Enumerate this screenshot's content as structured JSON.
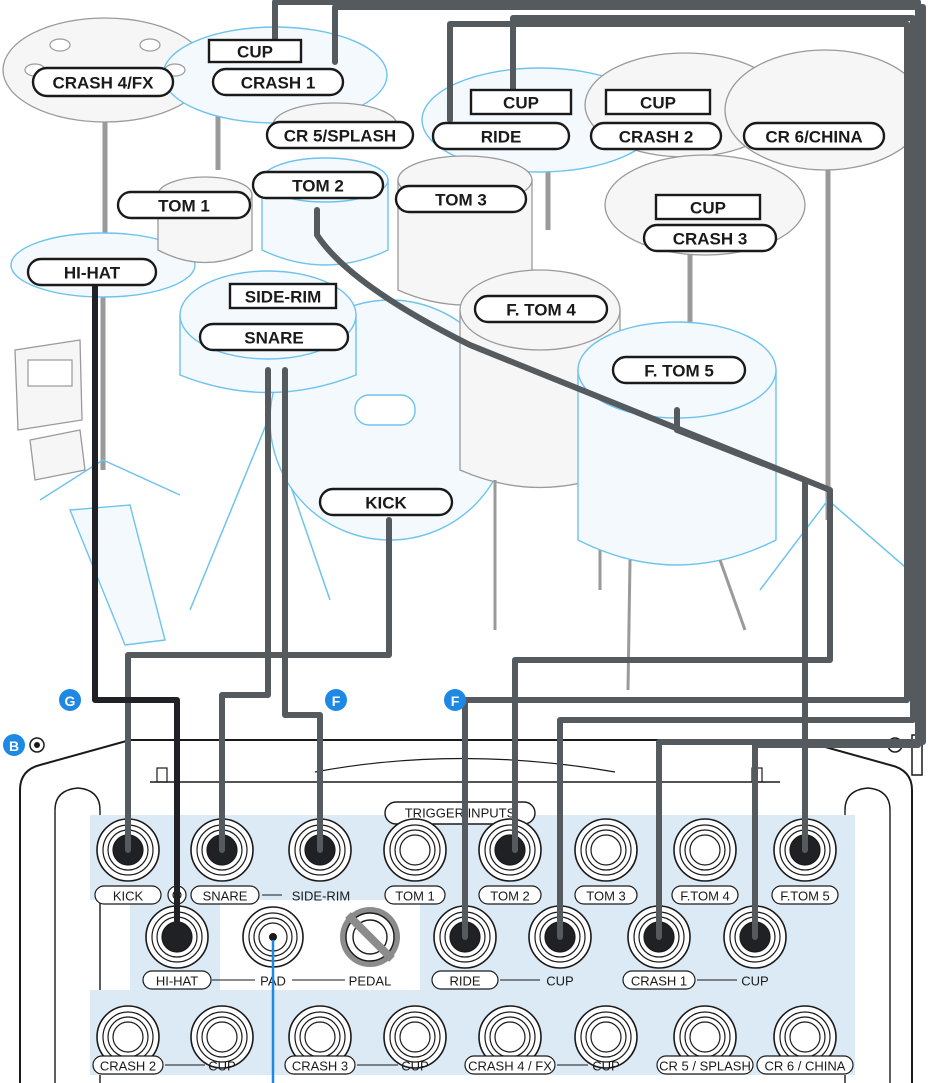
{
  "kit_labels": {
    "crash4fx": "CRASH 4/FX",
    "cup_crash1": "CUP",
    "crash1": "CRASH 1",
    "cr5splash": "CR 5/SPLASH",
    "cup_ride": "CUP",
    "ride": "RIDE",
    "cup_crash2": "CUP",
    "crash2": "CRASH 2",
    "cr6china": "CR 6/CHINA",
    "cup_crash3": "CUP",
    "crash3": "CRASH 3",
    "tom1": "TOM 1",
    "tom2": "TOM 2",
    "tom3": "TOM 3",
    "hihat": "HI-HAT",
    "siderim": "SIDE-RIM",
    "snare": "SNARE",
    "ftom4": "F. TOM 4",
    "ftom5": "F. TOM 5",
    "kick": "KICK"
  },
  "callouts": {
    "g": "G",
    "f1": "F",
    "f2": "F",
    "b": "B"
  },
  "panel": {
    "title": "TRIGGER INPUTS",
    "row1": [
      "KICK",
      "SNARE",
      "SIDE-RIM",
      "TOM 1",
      "TOM 2",
      "TOM 3",
      "F.TOM 4",
      "F.TOM 5"
    ],
    "hihat": "HI-HAT",
    "pad": "PAD",
    "pedal": "PEDAL",
    "ride": "RIDE",
    "ride_cup": "CUP",
    "crash1": "CRASH 1",
    "crash1_cup": "CUP",
    "row3": [
      "CRASH 2",
      "CUP",
      "CRASH 3",
      "CUP",
      "CRASH 4 / FX",
      "CUP",
      "CR 5 / SPLASH",
      "CR 6 / CHINA"
    ]
  },
  "colors": {
    "kit_outline": "#6ec3ee",
    "panel_fill": "#dbeaf5",
    "cable": "#555a5f",
    "cable_hihat": "#1f2124",
    "callout": "#1e88e5"
  }
}
